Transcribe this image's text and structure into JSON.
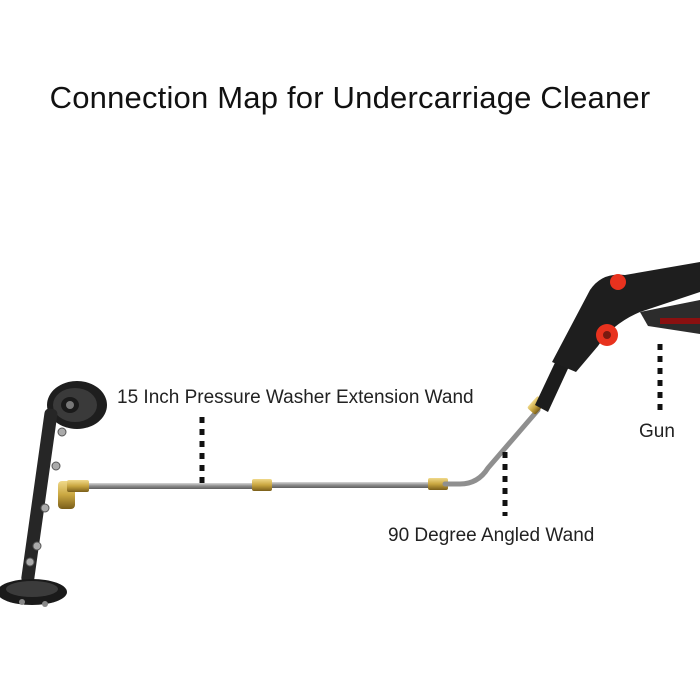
{
  "title": "Connection Map for Undercarriage Cleaner",
  "labels": {
    "extension_wand": "15 Inch Pressure Washer Extension Wand",
    "angled_wand": "90 Degree Angled Wand",
    "gun": "Gun"
  },
  "colors": {
    "gun_body": "#1c1c1c",
    "gun_accent": "#e8321e",
    "wand_metal": "#9a9a9a",
    "brass_fitting": "#c9a640",
    "frame": "#2a2a2a"
  }
}
